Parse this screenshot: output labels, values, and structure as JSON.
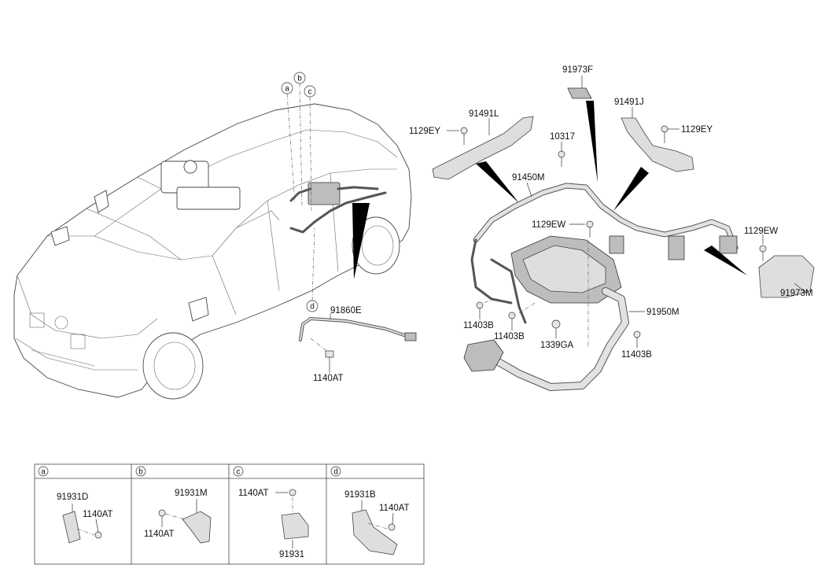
{
  "callouts": {
    "p91973F": "91973F",
    "p91491L": "91491L",
    "p91491J": "91491J",
    "p1129EY_left": "1129EY",
    "p1129EY_right": "1129EY",
    "p10317": "10317",
    "p91450M": "91450M",
    "p1129EW_mid": "1129EW",
    "p1129EW_right": "1129EW",
    "p91973M": "91973M",
    "p91950M": "91950M",
    "p11403B_1": "11403B",
    "p11403B_2": "11403B",
    "p11403B_3": "11403B",
    "p1339GA": "1339GA",
    "p91860E": "91860E",
    "p1140AT": "1140AT"
  },
  "car_markers": {
    "a": "a",
    "b": "b",
    "c": "c",
    "d": "d"
  },
  "detail_table": {
    "a": {
      "letter": "a",
      "part": "91931D",
      "bolt": "1140AT"
    },
    "b": {
      "letter": "b",
      "part": "91931M",
      "bolt": "1140AT"
    },
    "c": {
      "letter": "c",
      "part": "91931",
      "bolt": "1140AT"
    },
    "d": {
      "letter": "d",
      "part": "91931B",
      "bolt": "1140AT"
    }
  }
}
